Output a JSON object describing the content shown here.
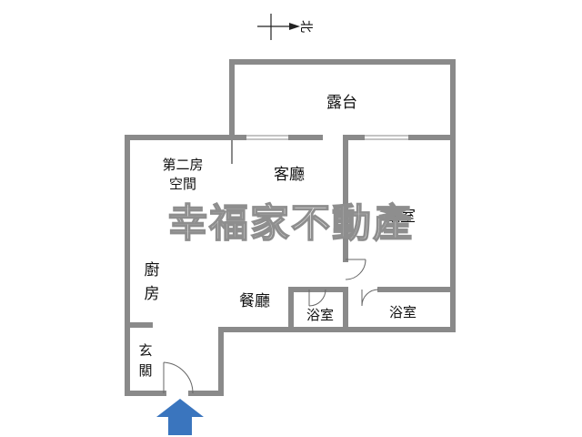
{
  "compass": {
    "north_label": "北"
  },
  "rooms": {
    "balcony": "露台",
    "second_room_line1": "第二房",
    "second_room_line2": "空間",
    "living_room": "客廳",
    "bedroom": "臥室",
    "kitchen_line1": "廚",
    "kitchen_line2": "房",
    "dining_room": "餐廳",
    "bathroom_left": "浴室",
    "bathroom_right": "浴室",
    "foyer_line1": "玄",
    "foyer_line2": "關"
  },
  "watermark": "幸福家不動產",
  "colors": {
    "walls": "#8a8a8a",
    "entrance_arrow": "#3a75be",
    "watermark_fill": "#e4e4e4"
  },
  "icons": {
    "compass": "north-arrow-icon",
    "entrance": "entrance-arrow-icon"
  }
}
